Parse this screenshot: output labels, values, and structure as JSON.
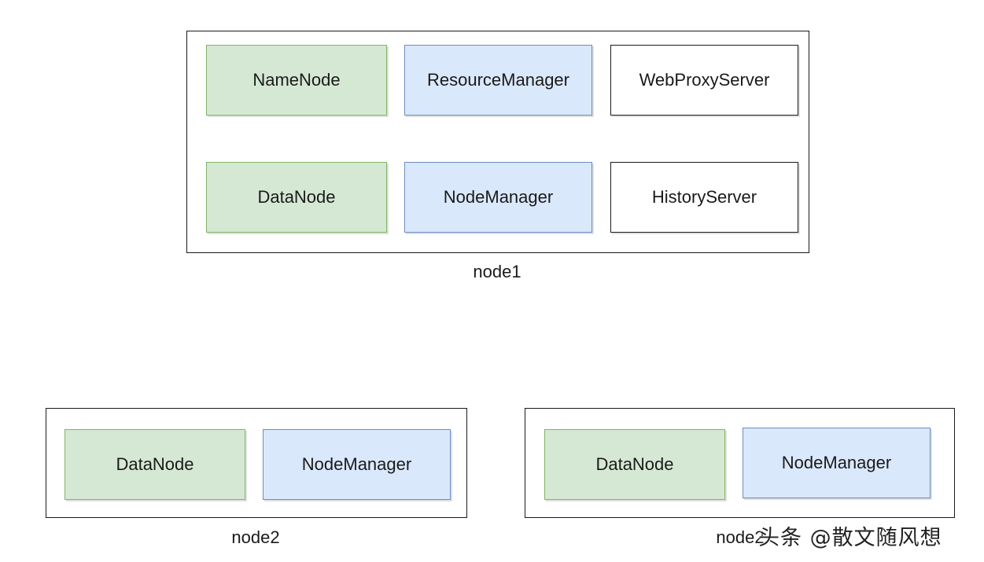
{
  "nodes": {
    "node1": {
      "label": "node1",
      "services": {
        "namenode": "NameNode",
        "resourcemanager": "ResourceManager",
        "webproxyserver": "WebProxyServer",
        "datanode": "DataNode",
        "nodemanager": "NodeManager",
        "historyserver": "HistoryServer"
      }
    },
    "node2": {
      "label": "node2",
      "services": {
        "datanode": "DataNode",
        "nodemanager": "NodeManager"
      }
    },
    "node3": {
      "label": "node2",
      "services": {
        "datanode": "DataNode",
        "nodemanager": "NodeManager"
      }
    }
  },
  "colors": {
    "hdfs_fill": "#d5e8d4",
    "hdfs_stroke": "#82b366",
    "yarn_fill": "#dae8fc",
    "yarn_stroke": "#6c8ebf",
    "other_fill": "#ffffff",
    "frame_stroke": "#1a1a1a"
  },
  "watermark": "头条 @散文随风想"
}
